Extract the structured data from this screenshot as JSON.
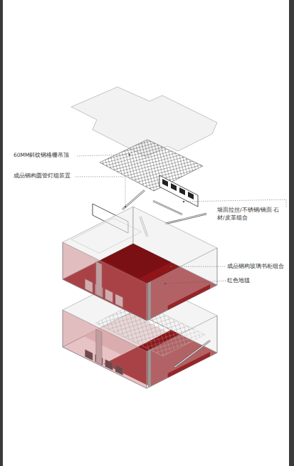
{
  "diagram": {
    "labels": [
      "60MM斜纹钢格栅吊顶",
      "成品钢构圆管灯组装置",
      "墙面拉丝/不锈钢/镜面 石材/皮革组合",
      "成品钢构玻璃书柜组合",
      "红色地毯"
    ]
  }
}
